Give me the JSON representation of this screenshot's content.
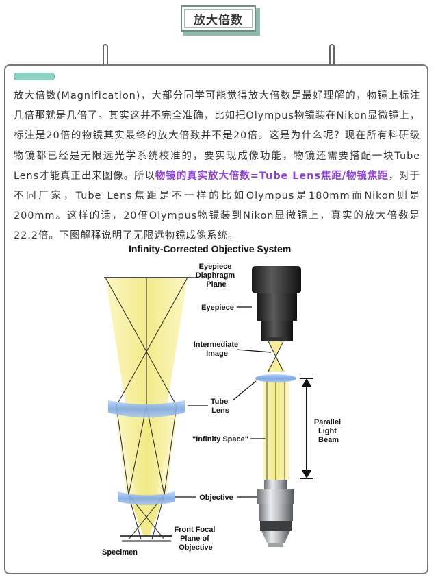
{
  "section_title": "放大倍数",
  "paragraph": {
    "part1": "放大倍数(Magnification)，大部分同学可能觉得放大倍数是最好理解的，物镜上标注几倍那就是几倍了。其实这并不完全准确，比如把Olympus物镜装在Nikon显微镜上，标注是20倍的物镜其实最终的放大倍数并不是20倍。这是为什么呢？现在所有科研级物镜都已经是无限远光学系统校准的，要实现成像功能，物镜还需要搭配一块Tube Lens才能真正出来图像。所以",
    "highlight": "物镜的真实放大倍数=Tube Lens焦距/物镜焦距",
    "part2": "，对于不同厂家，Tube Lens焦距是不一样的比如Olympus是180mm而Nikon则是200mm。这样的话，20倍Olympus物镜装到Nikon显微镜上，真实的放大倍数是22.2倍。下图解释说明了无限远物镜成像系统。"
  },
  "figure": {
    "title": "Infinity-Corrected Objective System",
    "labels": {
      "eyepiece_diaphragm": [
        "Eyepiece",
        "Diaphragm",
        "Plane"
      ],
      "eyepiece": "Eyepiece",
      "intermediate_image": [
        "Intermediate",
        "Image"
      ],
      "tube_lens": [
        "Tube",
        "Lens"
      ],
      "infinity_space": "\"Infinity Space\"",
      "parallel_beam": [
        "Parallel",
        "Light",
        "Beam"
      ],
      "objective": "Objective",
      "front_focal": [
        "Front Focal",
        "Plane of",
        "Objective"
      ],
      "specimen": "Specimen"
    }
  },
  "colors": {
    "accent_teal": "#8fd3c6",
    "highlight_purple": "#8b3fd3",
    "beam_yellow": "#f6f0a0",
    "lens_blue": "#8ab4e8"
  }
}
